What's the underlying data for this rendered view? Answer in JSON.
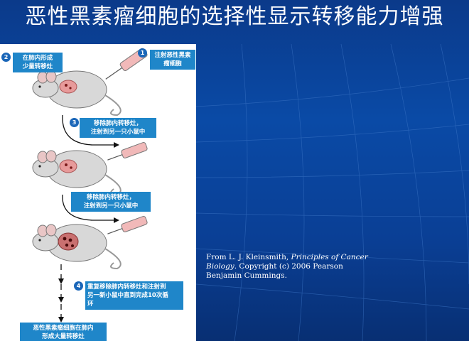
{
  "slide": {
    "title": "恶性黑素瘤细胞的选择性显示转移能力增强"
  },
  "figure": {
    "step1": {
      "number": "1",
      "label": "注射恶性黑素\n瘤细胞"
    },
    "step2": {
      "number": "2",
      "label": "在肺内形成\n少量转移灶"
    },
    "step3": {
      "number": "3",
      "label": "移除肺内转移灶，\n注射到另一只小鼠中"
    },
    "step3b": {
      "label": "移除肺内转移灶，\n注射到另一只小鼠中"
    },
    "step4": {
      "number": "4",
      "label": "重复移除肺内转移灶和注射到\n另一新小鼠中直到完成10次循\n环"
    },
    "result": {
      "label": "恶性黑素瘤细胞在肺内\n形成大量转移灶"
    }
  },
  "citation": {
    "prefix": "From L. J. Kleinsmith, ",
    "book": "Principles of Cancer Biology",
    "suffix": ". Copyright (c) 2006 Pearson Benjamin Cummings."
  },
  "colors": {
    "background": "#0a4aa6",
    "callout": "#1f86c9",
    "badge": "#1a66b8"
  }
}
